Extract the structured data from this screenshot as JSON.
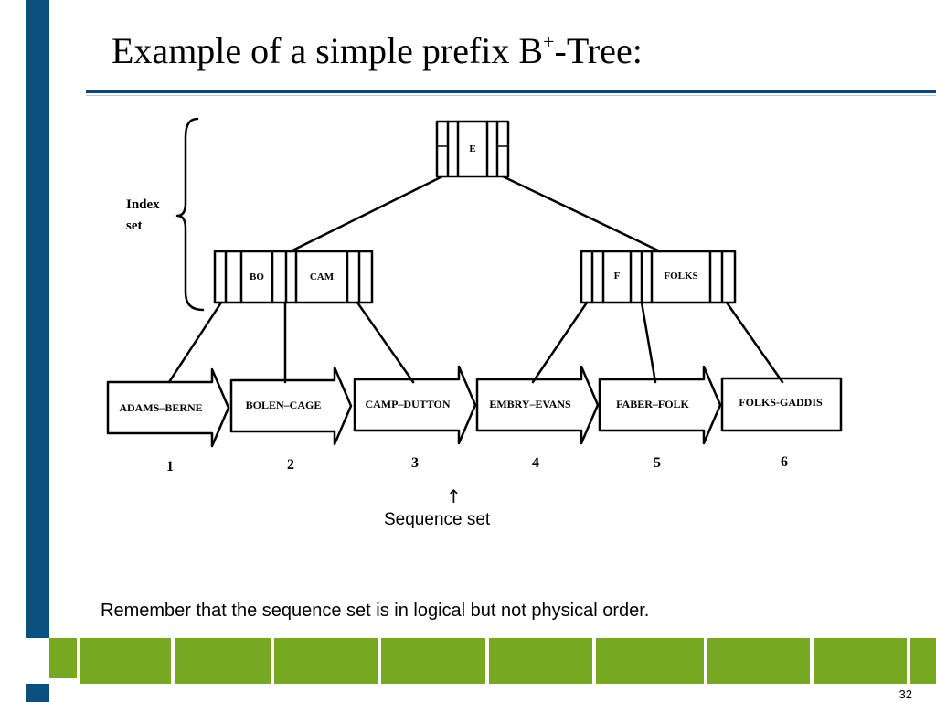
{
  "title": {
    "main": "Example of a simple prefix B",
    "sup": "+",
    "suffix": "-Tree:"
  },
  "index_label": {
    "line1": "Index",
    "line2": "set"
  },
  "root": {
    "keys": [
      "E"
    ]
  },
  "index_nodes": [
    {
      "keys": [
        "BO",
        "CAM"
      ]
    },
    {
      "keys": [
        "F",
        "FOLKS"
      ]
    }
  ],
  "leaves": [
    {
      "label": "ADAMS–BERNE",
      "number": "1"
    },
    {
      "label": "BOLEN–CAGE",
      "number": "2"
    },
    {
      "label": "CAMP–DUTTON",
      "number": "3"
    },
    {
      "label": "EMBRY–EVANS",
      "number": "4"
    },
    {
      "label": "FABER–FOLK",
      "number": "5"
    },
    {
      "label": "FOLKS-GADDIS",
      "number": "6"
    }
  ],
  "sequence": {
    "arrow": "↑",
    "label": "Sequence set"
  },
  "note": "Remember that the sequence set is in logical but not physical order.",
  "page_number": "32",
  "colors": {
    "sidebar": "#0b4f7e",
    "title_rule": "#1a3f7a",
    "footer_band": "#77a822"
  }
}
